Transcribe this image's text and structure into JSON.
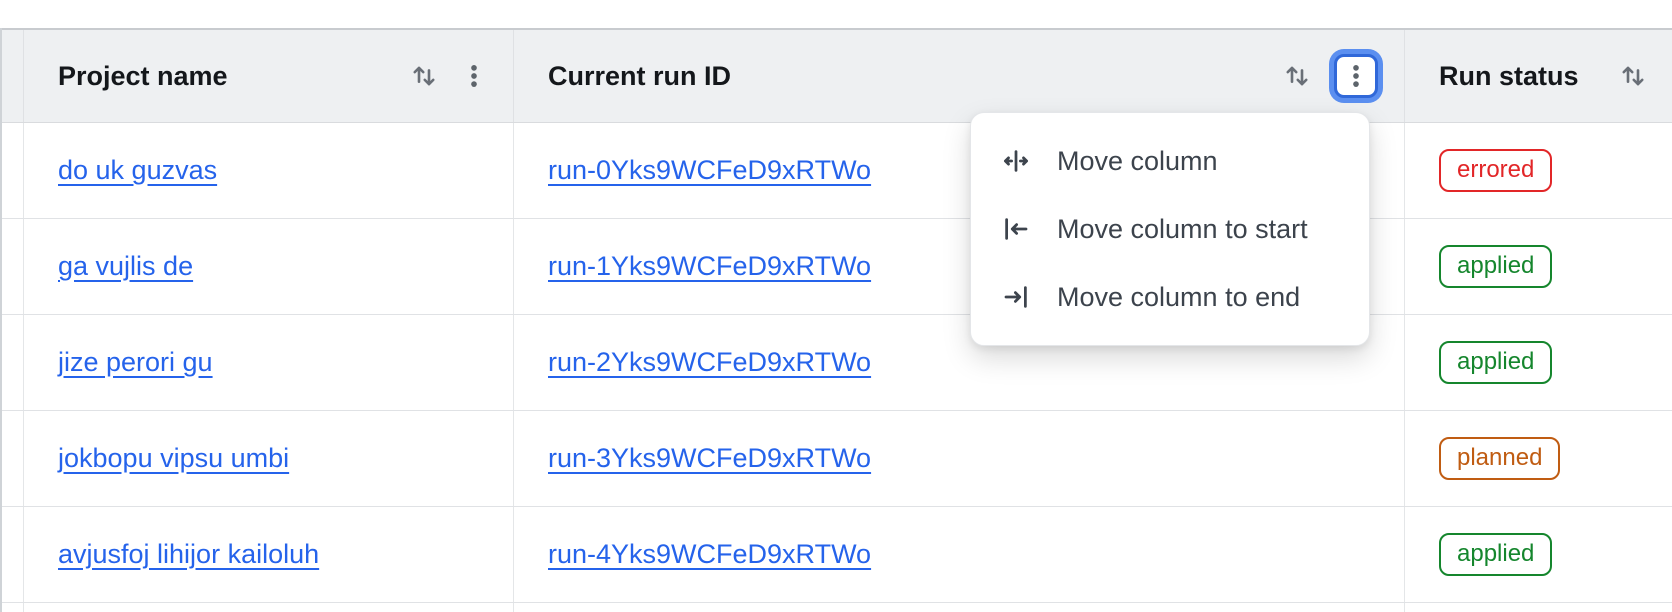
{
  "table": {
    "columns": [
      {
        "label": "Project name"
      },
      {
        "label": "Current run ID"
      },
      {
        "label": "Run status"
      }
    ],
    "rows": [
      {
        "project_name": "do uk guzvas",
        "run_id": "run-0Yks9WCFeD9xRTWo",
        "status": "errored"
      },
      {
        "project_name": "ga vujlis de",
        "run_id": "run-1Yks9WCFeD9xRTWo",
        "status": "applied"
      },
      {
        "project_name": "jize perori gu",
        "run_id": "run-2Yks9WCFeD9xRTWo",
        "status": "applied"
      },
      {
        "project_name": "jokbopu vipsu umbi",
        "run_id": "run-3Yks9WCFeD9xRTWo",
        "status": "planned"
      },
      {
        "project_name": "avjusfoj lihijor kailoluh",
        "run_id": "run-4Yks9WCFeD9xRTWo",
        "status": "applied"
      }
    ]
  },
  "context_menu": {
    "items": [
      {
        "label": "Move column",
        "icon": "move-column-icon"
      },
      {
        "label": "Move column to start",
        "icon": "move-column-to-start-icon"
      },
      {
        "label": "Move column to end",
        "icon": "move-column-to-end-icon"
      }
    ]
  },
  "icons": {
    "sort": "sort-arrows-icon",
    "kebab": "kebab-menu-icon"
  },
  "colors": {
    "link": "#2563eb",
    "header_bg": "#eef0f2",
    "focus_ring": "#5b8ff0",
    "status": {
      "errored": "#e22628",
      "applied": "#15862d",
      "planned": "#c05c12"
    }
  }
}
